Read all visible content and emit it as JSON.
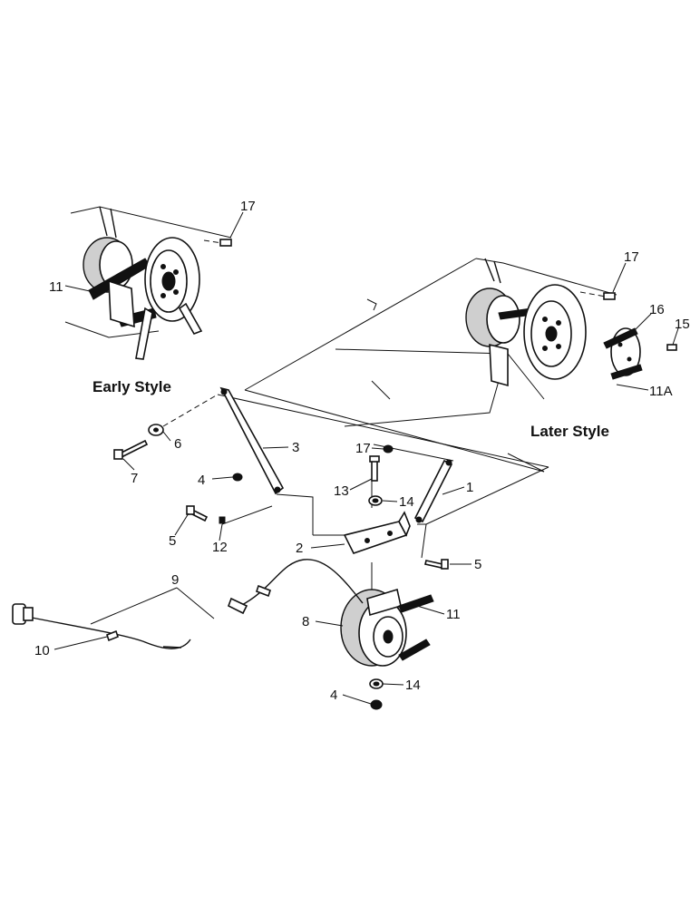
{
  "style_labels": {
    "early": "Early Style",
    "later": "Later Style"
  },
  "callouts": {
    "early_17": "17",
    "early_11": "11",
    "later_17": "17",
    "later_16": "16",
    "later_15": "15",
    "later_11a": "11A",
    "rod_1": "1",
    "bracket_2": "2",
    "rod_3": "3",
    "nut_4_upper": "4",
    "nut_4_lower": "4",
    "bolt_5_left": "5",
    "bolt_5_right": "5",
    "washer_6": "6",
    "bolt_7": "7",
    "clutch_8": "8",
    "harness_9": "9",
    "tie_10": "10",
    "belt_11": "11",
    "spacer_12": "12",
    "bolt_13": "13",
    "washer_14_upper": "14",
    "washer_14_lower": "14",
    "nut_17_center": "17"
  }
}
